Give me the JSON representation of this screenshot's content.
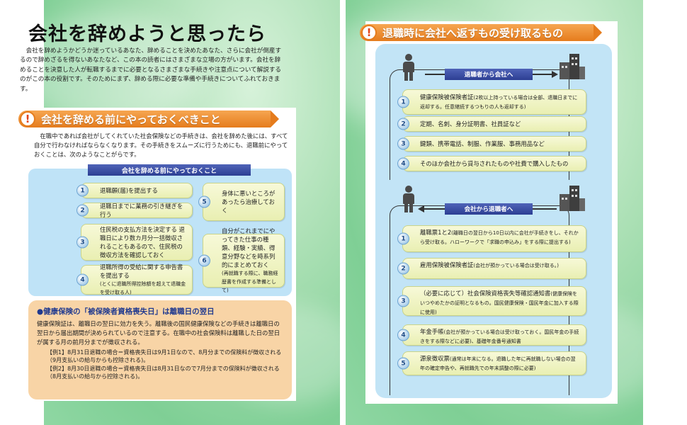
{
  "left": {
    "title": "会社を辞めようと思ったら",
    "intro": "会社を辞めようかどうか迷っているあなた、辞めることを決めたあなた、さらに会社が倒産するので辞めざるを得ないあなたなど、この本の読者にはさまざまな立場の方がいます。会社を辞めることを決意した人が転職するまでに必要となるさまざまな手続きや注意点について解説するのがこの本の役割です。そのためにまず、辞める際に必要な準備や手続きについてふれておきます。",
    "section_title": "会社を辞める前にやっておくべきこと",
    "lead": "在職中であれば会社がしてくれていた社会保険などの手続きは、会社を辞めた後には、すべて自分で行わなければならなくなります。その手続きをスムーズに行うためにも、退職前にやっておくことは、次のようなことがらです。",
    "box_header": "会社を辞める前にやっておくこと",
    "items": [
      {
        "num": "1",
        "text": "退職願(届)を提出する",
        "note": ""
      },
      {
        "num": "2",
        "text": "退職日までに業務の引き継ぎを行う",
        "note": ""
      },
      {
        "num": "3",
        "text": "住民税の支払方法を決定する 退職日により数カ月分一括徴収されることもあるので、住民税の徴収方法を確認しておく",
        "note": ""
      },
      {
        "num": "4",
        "text": "退職所得の受給に関する申告書を提出する",
        "note": "(とくに退職所得控除額を超えて退職金を受け取る人)"
      },
      {
        "num": "5",
        "text": "身体に悪いところがあったら治療しておく",
        "note": ""
      },
      {
        "num": "6",
        "text": "自分がこれまでにやってきた仕事の種類、経験・実績、得意分野などを時系列的にまとめておく",
        "note": "(再就職する際に、職務経歴書を作成する準備として)"
      }
    ],
    "health": {
      "title": "●健康保険の「被保険者資格喪失日」は離職日の翌日",
      "body": "健康保険証は、離職日の翌日に効力を失う。離職後の国民健康保険などの手続きは離職日の翌日から届出期間が決められているので注意する。在職中の社会保険料は離職した日の翌日が属する月の前月分までが徴収される。",
      "ex1": "【例1】8月31日退職の場合＝資格喪失日は9月1日なので、8月分までの保険料が徴収される（9月支払いの給与からも控除される)。",
      "ex2": "【例2】8月30日退職の場合＝資格喪失日は8月31日なので7月分までの保険料が徴収される（8月支払いの給与から控除される)。"
    }
  },
  "right": {
    "section_title": "退職時に会社へ返すもの受け取るもの",
    "to_company_label": "退職者から会社へ",
    "from_company_label": "会社から退職者へ",
    "to_company": [
      {
        "num": "1",
        "text": "健康保険被保険者証",
        "note": "(2枚以上持っている場合は全部、退職日までに返却する。任意継続するつもりの人も返却する)"
      },
      {
        "num": "2",
        "text": "定期、名刺、身分証明書、社員証など",
        "note": ""
      },
      {
        "num": "3",
        "text": "鍵類、携帯電話、制服、作業服、事務用品など",
        "note": ""
      },
      {
        "num": "4",
        "text": "そのほか会社から貸与されたものや社費で購入したもの",
        "note": ""
      }
    ],
    "from_company": [
      {
        "num": "1",
        "text": "離職票1と2",
        "note": "(離職日の翌日から10日以内に会社が手続きをし、それから受け取る。ハローワークで「求職の申込み」をする際に提出する)"
      },
      {
        "num": "2",
        "text": "雇用保険被保険者証",
        "note": "(会社が預かっている場合は受け取る。)"
      },
      {
        "num": "3",
        "text": "（必要に応じて）社会保険資格喪失等確認通知書",
        "note": "(健康保険をいつやめたかの証明となるもの。国民健康保険・国民年金に加入する際に使用)"
      },
      {
        "num": "4",
        "text": "年金手帳",
        "note": "(会社が預かっている場合は受け取っておく。国民年金の手続きをする際などに必要)、基礎年金番号通知書"
      },
      {
        "num": "5",
        "text": "源泉徴収票",
        "note": "(通常は年末になる。退職した年に再就職しない場合の翌年の確定申告や、再就職先での年末調整の際に必要)"
      }
    ]
  },
  "colors": {
    "ribbon": "#e57c1d",
    "navy": "#2d3f93",
    "blue_box": "#bfe3f7",
    "orange_box": "#f8d4a6",
    "item": "#eef3c4",
    "bg_green": "#a9dfb3"
  },
  "icons": [
    "exclamation-icon",
    "person-icon",
    "building-icon",
    "arrow-right-icon",
    "arrow-left-icon"
  ]
}
